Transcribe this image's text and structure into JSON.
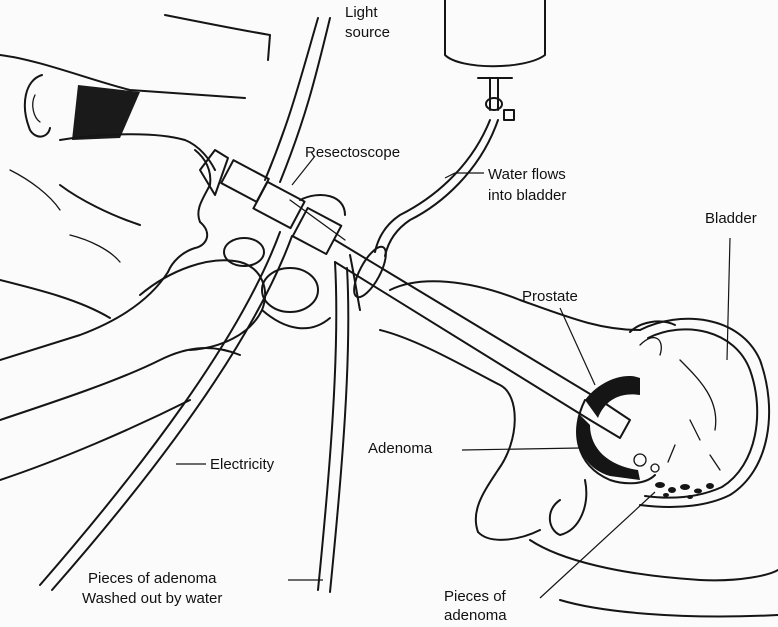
{
  "labels": {
    "light_source_1": "Light",
    "light_source_2": "source",
    "resectoscope": "Resectoscope",
    "water_flows_1": "Water flows",
    "water_flows_2": "into bladder",
    "bladder": "Bladder",
    "prostate": "Prostate",
    "adenoma": "Adenoma",
    "electricity": "Electricity",
    "pieces_washed_1": "Pieces of adenoma",
    "pieces_washed_2": "Washed out by water",
    "pieces_1": "Pieces of",
    "pieces_2": "adenoma"
  },
  "colors": {
    "ink": "#151515",
    "paper": "#fbfbfb"
  }
}
